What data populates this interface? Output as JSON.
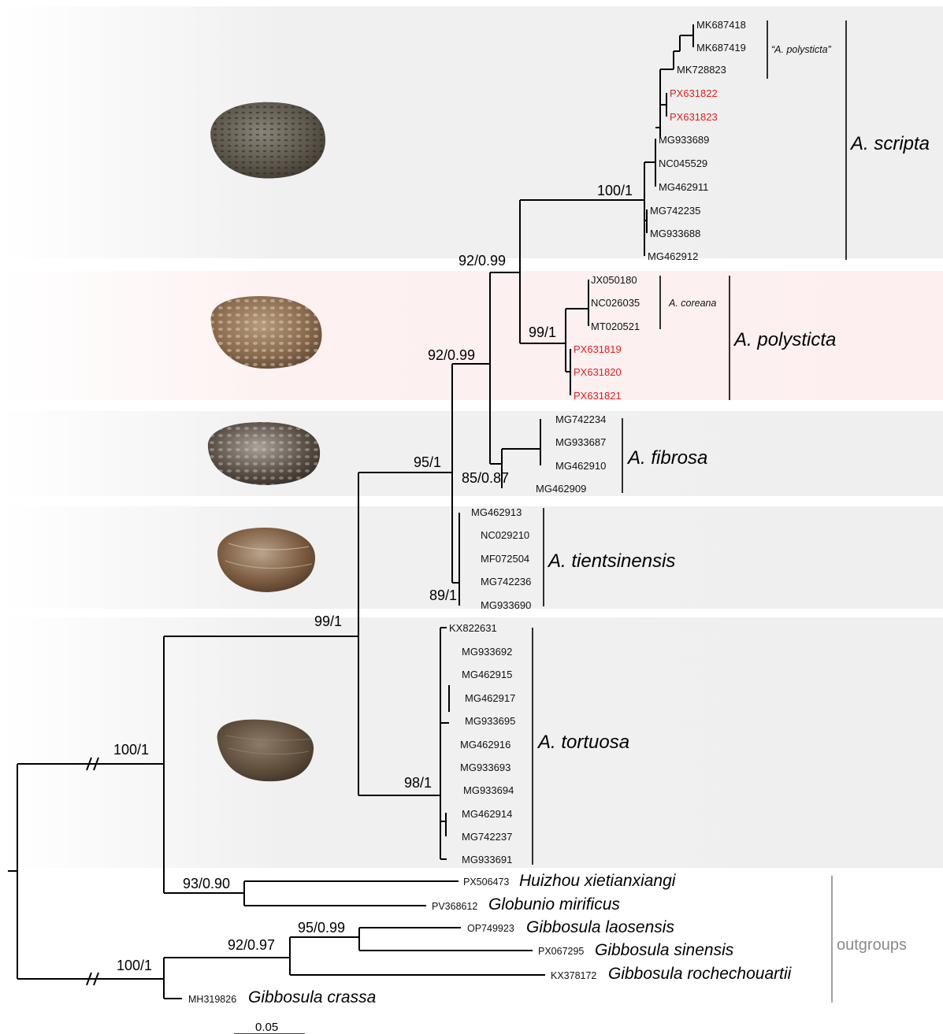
{
  "colors": {
    "highlight": "#e21d1d",
    "band_gray": "#efefef",
    "band_pink": "#fdf0f0",
    "outgroup_label": "#8a8a8a"
  },
  "clades": {
    "scripta": {
      "name": "A. scripta",
      "sublabel": "“A. polysticta”",
      "tips": [
        {
          "id": "MK687418",
          "red": false
        },
        {
          "id": "MK687419",
          "red": false
        },
        {
          "id": "MK728823",
          "red": false
        },
        {
          "id": "PX631822",
          "red": true
        },
        {
          "id": "PX631823",
          "red": true
        },
        {
          "id": "MG933689",
          "red": false
        },
        {
          "id": "NC045529",
          "red": false
        },
        {
          "id": "MG462911",
          "red": false
        },
        {
          "id": "MG742235",
          "red": false
        },
        {
          "id": "MG933688",
          "red": false
        },
        {
          "id": "MG462912",
          "red": false
        }
      ],
      "support": "100/1"
    },
    "polysticta": {
      "name": "A. polysticta",
      "sublabel": "A. coreana",
      "tips": [
        {
          "id": "JX050180",
          "red": false
        },
        {
          "id": "NC026035",
          "red": false
        },
        {
          "id": "MT020521",
          "red": false
        },
        {
          "id": "PX631819",
          "red": true
        },
        {
          "id": "PX631820",
          "red": true
        },
        {
          "id": "PX631821",
          "red": true
        }
      ],
      "support": "99/1"
    },
    "fibrosa": {
      "name": "A. fibrosa",
      "tips": [
        {
          "id": "MG742234"
        },
        {
          "id": "MG933687"
        },
        {
          "id": "MG462910"
        },
        {
          "id": "MG462909"
        }
      ],
      "support": "85/0.87"
    },
    "tientsinensis": {
      "name": "A. tientsinensis",
      "tips": [
        {
          "id": "MG462913"
        },
        {
          "id": "NC029210"
        },
        {
          "id": "MF072504"
        },
        {
          "id": "MG742236"
        },
        {
          "id": "MG933690"
        }
      ],
      "support": "89/1"
    },
    "tortuosa": {
      "name": "A. tortuosa",
      "tips": [
        {
          "id": "KX822631"
        },
        {
          "id": "MG933692"
        },
        {
          "id": "MG462915"
        },
        {
          "id": "MG462917"
        },
        {
          "id": "MG933695"
        },
        {
          "id": "MG462916"
        },
        {
          "id": "MG933693"
        },
        {
          "id": "MG933694"
        },
        {
          "id": "MG462914"
        },
        {
          "id": "MG742237"
        },
        {
          "id": "MG933691"
        }
      ],
      "support": "98/1"
    }
  },
  "internal_support": {
    "scripta_polysticta": "92/0.99",
    "upper_group": "92/0.99",
    "genus_inner": "95/1",
    "genus": "99/1",
    "ingroup_root": "100/1",
    "huizhou_globunio": "93/0.90",
    "gibbosula_all": "100/1",
    "gibbosula_inner": "92/0.97",
    "laos_sinensis": "95/0.99"
  },
  "outgroups": {
    "label": "outgroups",
    "taxa": [
      {
        "acc": "PX506473",
        "name": "Huizhou xietianxiangi"
      },
      {
        "acc": "PV368612",
        "name": "Globunio mirificus"
      },
      {
        "acc": "OP749923",
        "name": "Gibbosula laosensis"
      },
      {
        "acc": "PX067295",
        "name": "Gibbosula sinensis"
      },
      {
        "acc": "KX378172",
        "name": "Gibbosula rochechouartii"
      },
      {
        "acc": "MH319826",
        "name": "Gibbosula crassa"
      }
    ]
  },
  "scale_bar": {
    "value": "0.05"
  },
  "shell_images": [
    {
      "name": "A. scripta shell",
      "palette": "dark-speckled"
    },
    {
      "name": "A. polysticta shell",
      "palette": "brown-spotted"
    },
    {
      "name": "A. fibrosa shell",
      "palette": "dark-mottled"
    },
    {
      "name": "A. tientsinensis shell",
      "palette": "brown-mottled"
    },
    {
      "name": "A. tortuosa shell",
      "palette": "dark-brown"
    }
  ]
}
